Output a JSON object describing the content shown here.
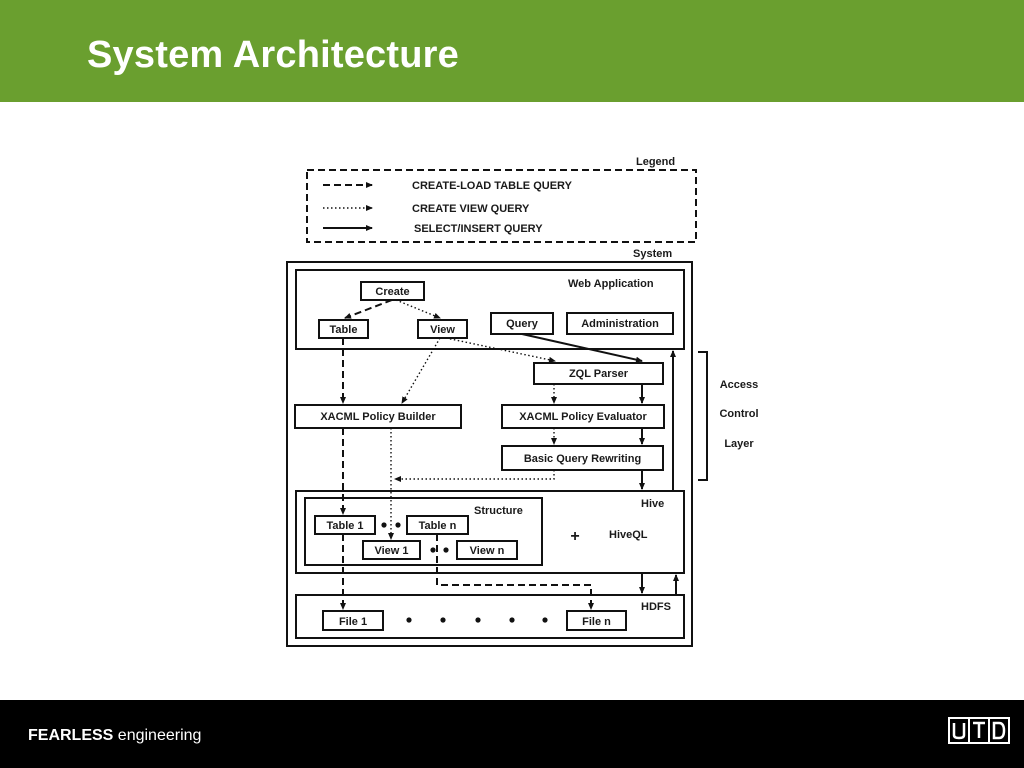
{
  "slide": {
    "title": "System Architecture",
    "footer_bold": "FEARLESS",
    "footer_rest": " engineering",
    "logo_text": "UTD",
    "colors": {
      "header": "#6a9f2f",
      "footer": "#000000"
    }
  },
  "diagram": {
    "legend": {
      "title": "Legend",
      "items": [
        {
          "style": "dashed",
          "label": "CREATE-LOAD TABLE QUERY"
        },
        {
          "style": "dotted",
          "label": "CREATE VIEW QUERY"
        },
        {
          "style": "solid",
          "label": "SELECT/INSERT QUERY"
        }
      ]
    },
    "system_label": "System",
    "web_application": {
      "label": "Web Application",
      "create": "Create",
      "table": "Table",
      "view": "View",
      "query": "Query",
      "administration": "Administration"
    },
    "access_control": {
      "layer_words": [
        "Access",
        "Control",
        "Layer"
      ],
      "zql_parser": "ZQL Parser",
      "policy_builder": "XACML Policy Builder",
      "policy_evaluator": "XACML Policy Evaluator",
      "query_rewriting": "Basic Query Rewriting"
    },
    "hive": {
      "label": "Hive",
      "structure_label": "Structure",
      "table_1": "Table 1",
      "table_n": "Table n",
      "view_1": "View 1",
      "view_n": "View n",
      "plus": "+",
      "hiveql": "HiveQL"
    },
    "hdfs": {
      "label": "HDFS",
      "file_1": "File 1",
      "file_n": "File n"
    }
  }
}
